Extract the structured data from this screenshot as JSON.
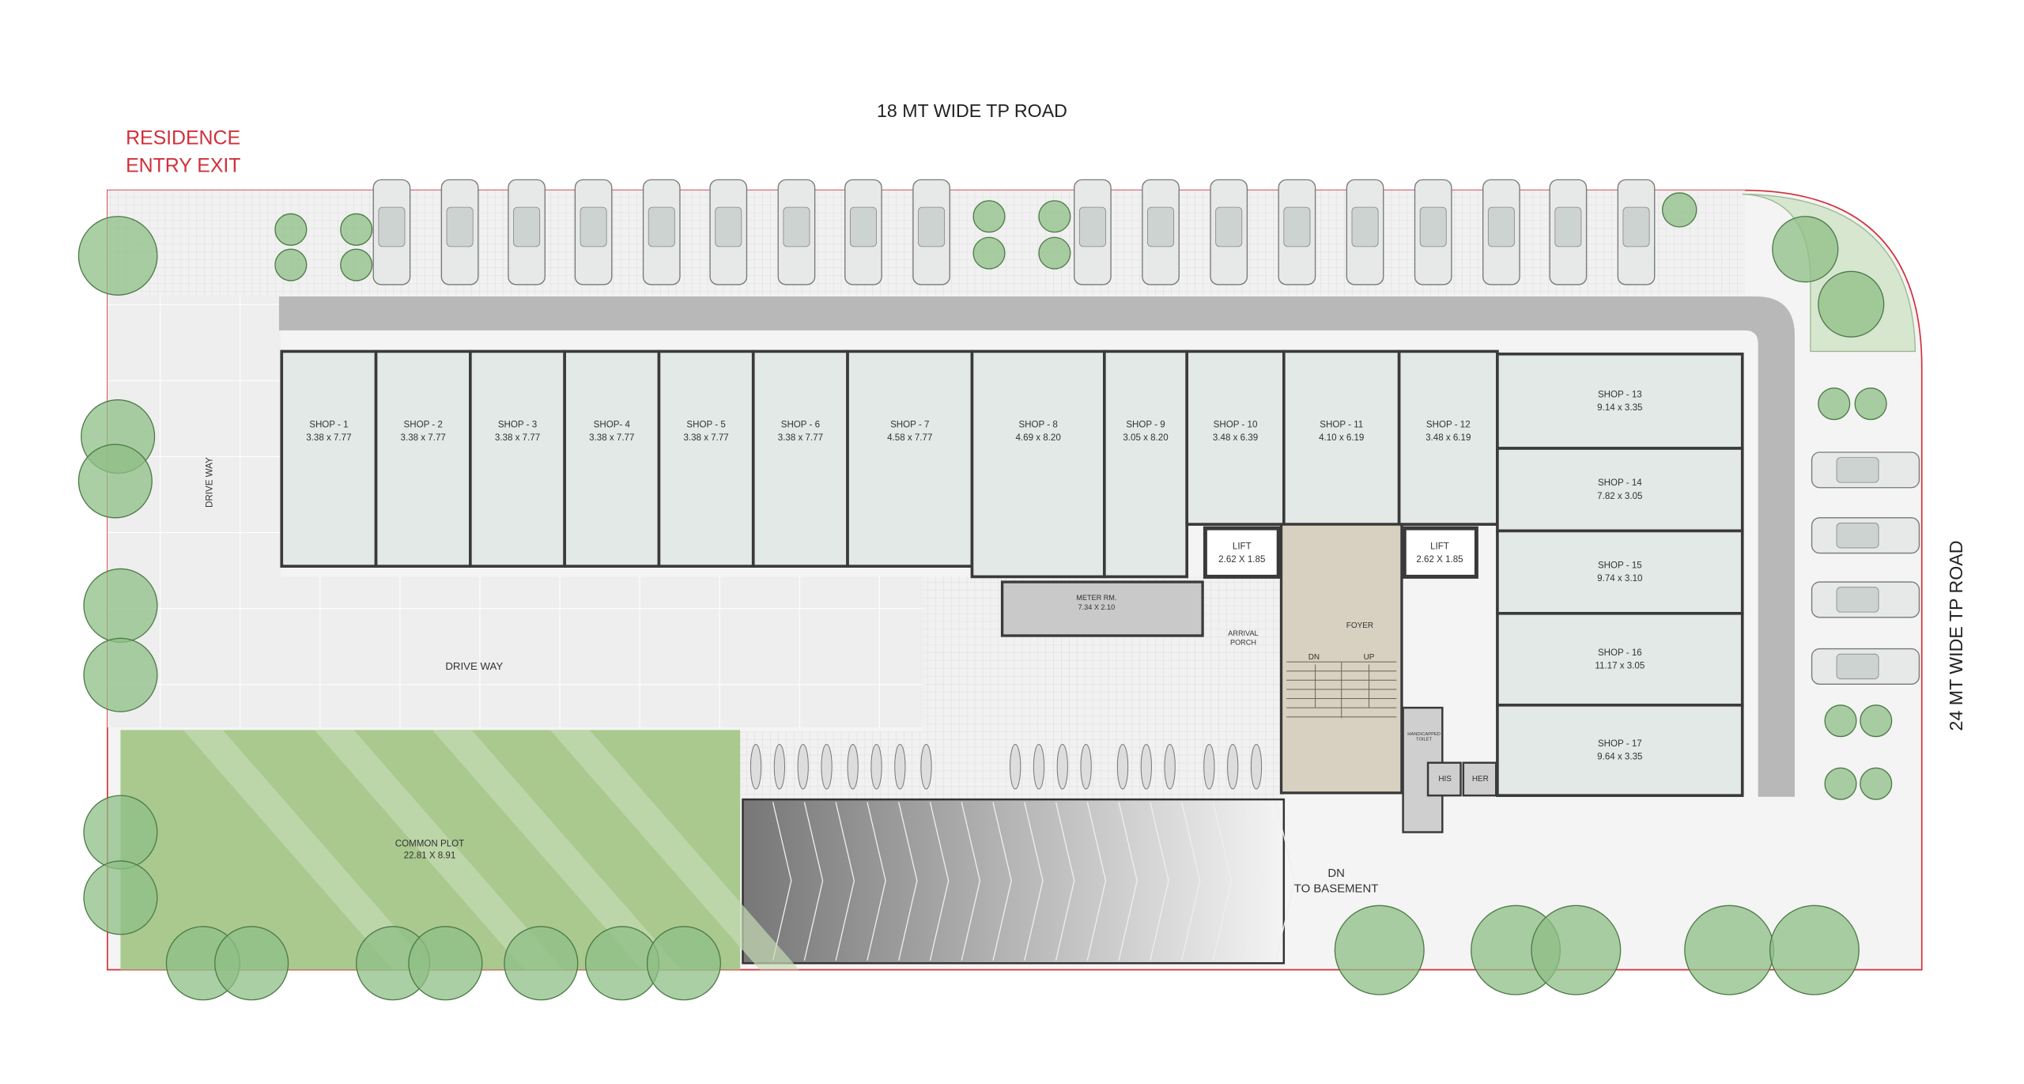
{
  "roads": {
    "top": "18 MT WIDE TP ROAD",
    "right": "24 MT WIDE TP ROAD"
  },
  "residence_entry": [
    "RESIDENCE",
    "ENTRY EXIT"
  ],
  "shops": [
    {
      "name": "SHOP - 1",
      "size": "3.38 x 7.77"
    },
    {
      "name": "SHOP - 2",
      "size": "3.38 x 7.77"
    },
    {
      "name": "SHOP - 3",
      "size": "3.38 x 7.77"
    },
    {
      "name": "SHOP- 4",
      "size": "3.38 x 7.77"
    },
    {
      "name": "SHOP - 5",
      "size": "3.38 x 7.77"
    },
    {
      "name": "SHOP - 6",
      "size": "3.38 x 7.77"
    },
    {
      "name": "SHOP - 7",
      "size": "4.58 x 7.77"
    },
    {
      "name": "SHOP - 8",
      "size": "4.69 x 8.20"
    },
    {
      "name": "SHOP - 9",
      "size": "3.05 x 8.20"
    },
    {
      "name": "SHOP - 10",
      "size": "3.48 x 6.39"
    },
    {
      "name": "SHOP - 11",
      "size": "4.10 x 6.19"
    },
    {
      "name": "SHOP - 12",
      "size": "3.48 x 6.19"
    },
    {
      "name": "SHOP - 13",
      "size": "9.14 x 3.35"
    },
    {
      "name": "SHOP - 14",
      "size": "7.82 x 3.05"
    },
    {
      "name": "SHOP - 15",
      "size": "9.74 x 3.10"
    },
    {
      "name": "SHOP - 16",
      "size": "11.17 x 3.05"
    },
    {
      "name": "SHOP - 17",
      "size": "9.64 x 3.35"
    }
  ],
  "lifts": [
    {
      "name": "LIFT",
      "size": "2.62 X 1.85"
    },
    {
      "name": "LIFT",
      "size": "2.62 X 1.85"
    }
  ],
  "meter_room": {
    "name": "METER RM.",
    "size": "7.34 X 2.10"
  },
  "arrival_porch": [
    "ARRIVAL",
    "PORCH"
  ],
  "foyer": "FOYER",
  "stair": {
    "dn": "DN",
    "up": "UP"
  },
  "toilets": {
    "handicapped": [
      "HANDICAPPED",
      "TOILET"
    ],
    "his": "HIS",
    "her": "HER"
  },
  "drive_way_vertical": "DRIVE WAY",
  "drive_way": "DRIVE WAY",
  "common_plot": {
    "name": "COMMON PLOT",
    "size": "22.81 X 8.91"
  },
  "basement": [
    "DN",
    "TO BASEMENT"
  ],
  "colors": {
    "boundary": "#d0303a",
    "shop": "#e3e9e7",
    "wall": "#3a3a3a",
    "road": "#b8b8b8",
    "green": "#a9c98f",
    "foyer": "#d8d0c0",
    "tree": "#8fbf86"
  }
}
